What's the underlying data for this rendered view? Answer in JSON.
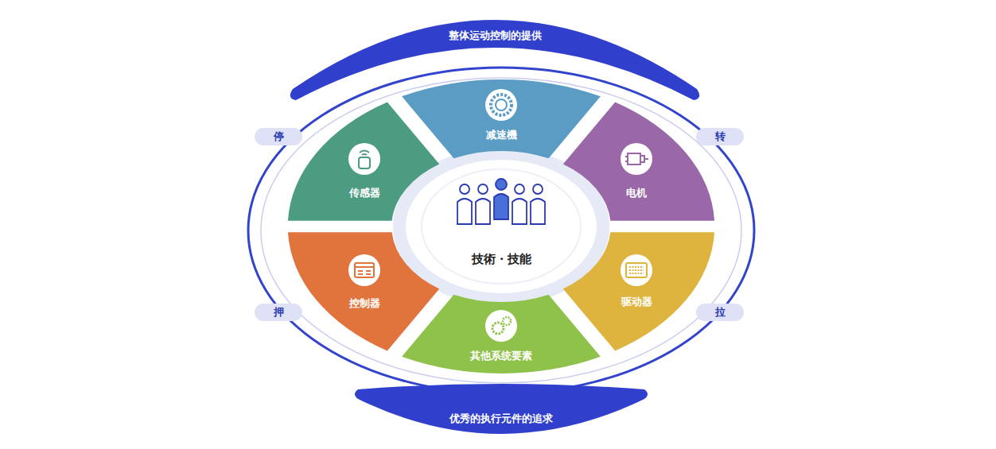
{
  "diagram": {
    "nodes": [
      {
        "text": [
          "整体运动控制的提供"
        ]
      },
      {
        "text": [
          "减速機"
        ]
      },
      {
        "text": [
          "停"
        ]
      },
      {
        "text": [
          "转"
        ]
      },
      {
        "text": [
          "传感器"
        ]
      },
      {
        "text": [
          "电机"
        ]
      },
      {
        "text": [
          "技術・技能"
        ]
      },
      {
        "text": [
          "控制器"
        ]
      },
      {
        "text": [
          "驱动器"
        ]
      },
      {
        "text": [
          "押"
        ]
      },
      {
        "text": [
          "拉"
        ]
      },
      {
        "text": [
          "其他系统要素"
        ]
      },
      {
        "text": [
          "优秀的执行元件的追求"
        ]
      }
    ]
  }
}
